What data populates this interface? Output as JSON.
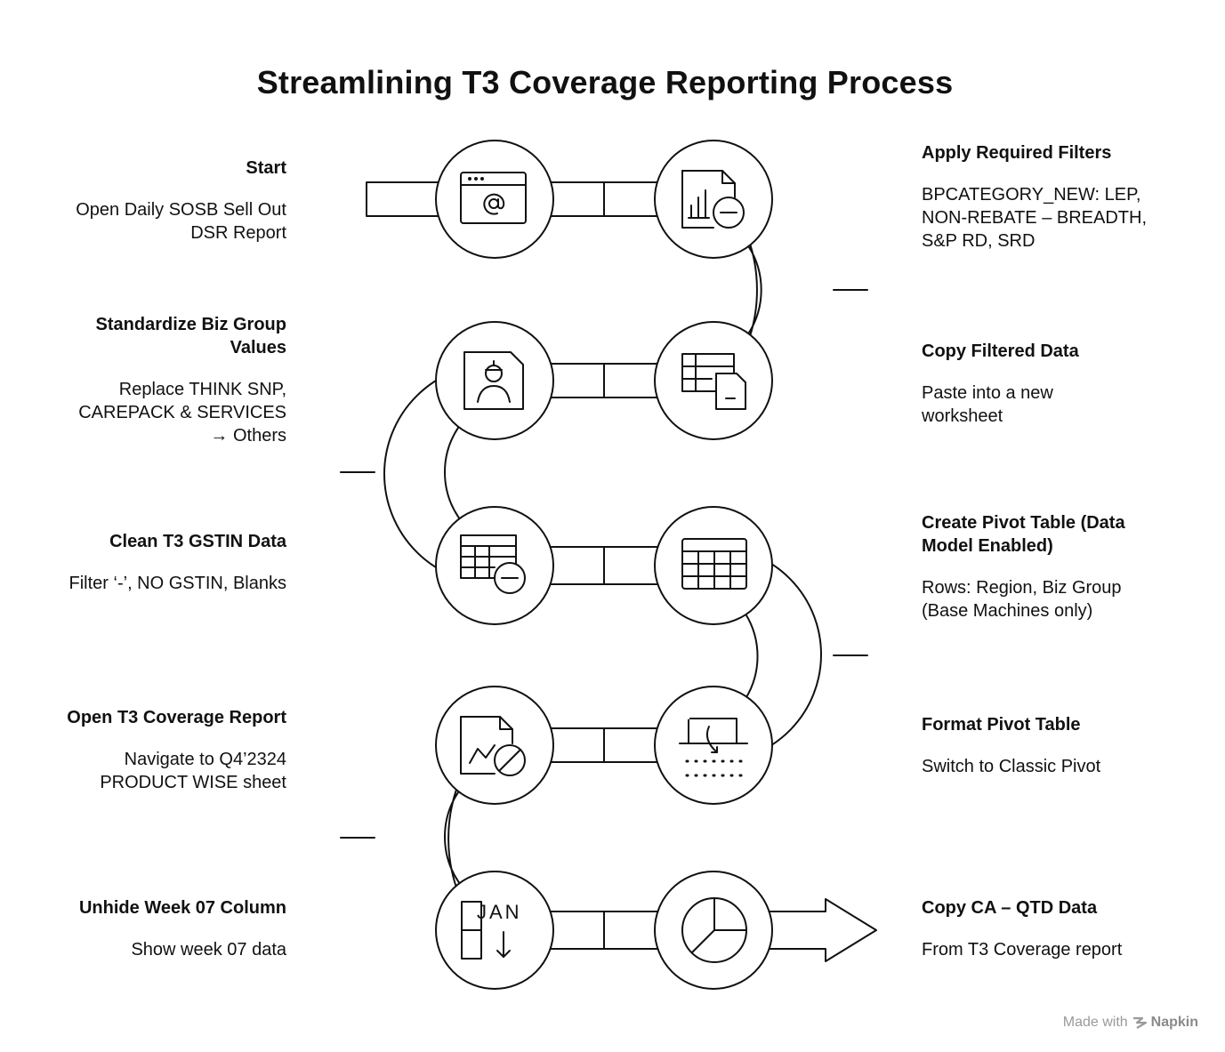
{
  "title": "Streamlining T3 Coverage Reporting Process",
  "steps": [
    {
      "id": "start",
      "title": "Start",
      "desc": "Open Daily SOSB Sell Out\nDSR Report",
      "icon": "web-email-icon"
    },
    {
      "id": "apply-filters",
      "title": "Apply Required Filters",
      "desc": "BPCATEGORY_NEW: LEP,\nNON-REBATE – BREADTH,\nS&P RD, SRD",
      "icon": "chart-document-minus-icon"
    },
    {
      "id": "copy-filtered",
      "title": "Copy Filtered Data",
      "desc": "Paste into a new\nworksheet",
      "icon": "table-document-icon"
    },
    {
      "id": "standardize",
      "title": "Standardize Biz Group\nValues",
      "desc": "Replace THINK SNP,\nCAREPACK & SERVICES\n→ Others",
      "icon": "user-document-icon"
    },
    {
      "id": "clean-gstin",
      "title": "Clean T3 GSTIN Data",
      "desc": "Filter ‘-’, NO GSTIN, Blanks",
      "icon": "table-minus-icon"
    },
    {
      "id": "create-pivot",
      "title": "Create Pivot Table (Data\nModel Enabled)",
      "desc": "Rows: Region, Biz Group\n(Base Machines only)",
      "icon": "table-grid-icon"
    },
    {
      "id": "format-pivot",
      "title": "Format Pivot Table",
      "desc": "Switch to Classic Pivot",
      "icon": "pivot-switch-icon"
    },
    {
      "id": "open-report",
      "title": "Open T3 Coverage Report",
      "desc": "Navigate to Q4’2324\nPRODUCT WISE sheet",
      "icon": "chart-document-blocked-icon"
    },
    {
      "id": "unhide-week",
      "title": "Unhide Week 07 Column",
      "desc": "Show week 07 data",
      "icon": "calendar-column-icon"
    },
    {
      "id": "copy-ca-qtd",
      "title": "Copy CA – QTD Data",
      "desc": "From T3 Coverage report",
      "icon": "pie-chart-icon"
    }
  ],
  "icon_labels": {
    "calendar_month": "JAN"
  },
  "footer": {
    "made_with": "Made with",
    "brand": "Napkin",
    "logo_icon": "napkin-logo-icon"
  }
}
